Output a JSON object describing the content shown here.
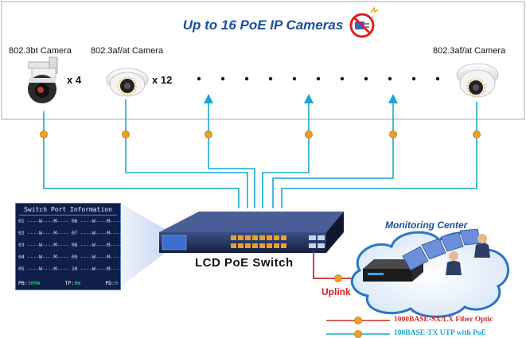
{
  "title": "Up to 16 PoE IP Cameras",
  "cameras": {
    "bt_label": "802.3bt Camera",
    "bt_count": "x 4",
    "af_label_left": "802.3af/at Camera",
    "af_count": "x 12",
    "af_label_right": "802.3af/at Camera"
  },
  "lcd": {
    "title": "Switch Port Information",
    "rows": [
      "01 ----W----M---- 06 ----W----M----",
      "02 ----W----M---- 07 ----W----M----",
      "03 ----W----M---- 08 ----W----M----",
      "04 ----W----M---- 09 ----W----M----",
      "05 ----W----M---- 10 ----W----M----"
    ],
    "footer": {
      "pb_label": "PB:",
      "pb_value": "300W",
      "tp_label": "TP:",
      "tp_value": "0W",
      "pd_label": "PD:",
      "pd_value": "0"
    }
  },
  "switch_label": "LCD PoE Switch",
  "uplink_label": "Uplink",
  "monitoring_label": "Monitoring Center",
  "legend": [
    {
      "text": "1000BASE-SX/LX Fiber Optic",
      "color": "#cc2a2a"
    },
    {
      "text": "100BASE-TX UTP with PoE",
      "color": "#1aa6d6"
    }
  ],
  "colors": {
    "poe_line": "#1aa6d6",
    "fiber_line": "#cc2a2a",
    "arrow": "#1aa6d6",
    "poe_dot": "#f0a020",
    "title": "#1b4fa2"
  },
  "icons": [
    "no-power-plug-icon",
    "speed-dome-camera-icon",
    "dome-camera-icon",
    "cloud-icon",
    "operator-icon"
  ]
}
